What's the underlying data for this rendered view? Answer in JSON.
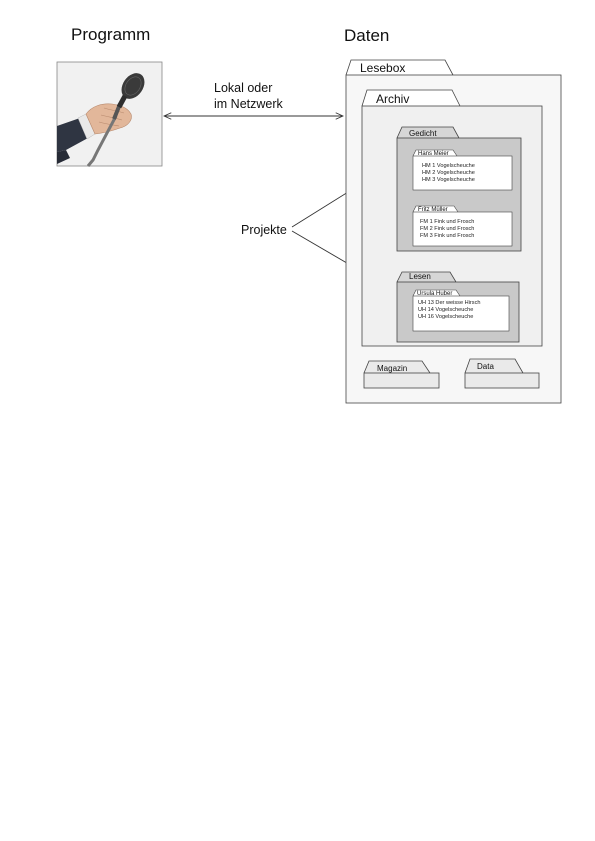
{
  "headings": {
    "program": "Programm",
    "data": "Daten"
  },
  "connection": {
    "line1": "Lokal oder",
    "line2": "im Netzwerk"
  },
  "projects_label": "Projekte",
  "lesebox": {
    "label": "Lesebox",
    "archiv": {
      "label": "Archiv",
      "projects": [
        {
          "label": "Gedicht",
          "authors": [
            {
              "name": "Hans Meier",
              "entries": [
                "HM 1 Vogelscheuche",
                "HM 2 Vogelscheuche",
                "HM 3 Vogelscheuche"
              ]
            },
            {
              "name": "Fritz Müller",
              "entries": [
                "FM 1 Fink und Frosch",
                "FM 2 Fink und Frosch",
                "FM 3 Fink und Frosch"
              ]
            }
          ]
        },
        {
          "label": "Lesen",
          "authors": [
            {
              "name": "Ursula Huber",
              "entries": [
                "UH 13 Der weisse Hirsch",
                "UH 14 Vogelscheuche",
                "UH 16 Vogelscheuche"
              ]
            }
          ]
        }
      ]
    },
    "magazin": {
      "label": "Magazin"
    },
    "data": {
      "label": "Data"
    }
  },
  "colors": {
    "line": "#444444",
    "folder_fill": "#ffffff",
    "project_fill": "#c9c9c9",
    "photo_bg": "#efefef"
  },
  "icons": {
    "program_image": "microphone-in-hand-icon"
  }
}
